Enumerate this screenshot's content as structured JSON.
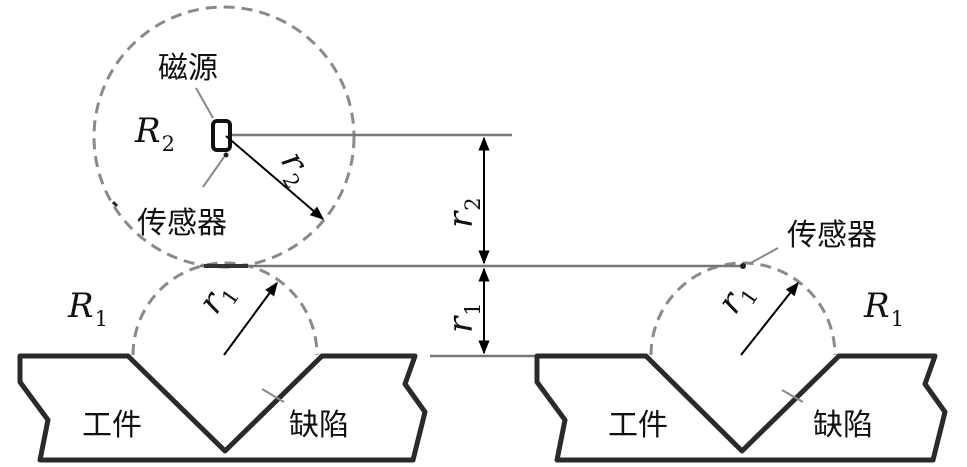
{
  "labels": {
    "magnet_source": "磁源",
    "sensor_left": "传感器",
    "sensor_right": "传感器",
    "workpiece_left": "工件",
    "workpiece_right": "工件",
    "defect_left": "缺陷",
    "defect_right": "缺陷",
    "R2": {
      "main": "R",
      "sub": "2"
    },
    "R1_left": {
      "main": "R",
      "sub": "1"
    },
    "R1_right": {
      "main": "R",
      "sub": "1"
    },
    "r2_radius": {
      "main": "r",
      "sub": "2"
    },
    "r2_dim": {
      "main": "r",
      "sub": "2"
    },
    "r1_dim": {
      "main": "r",
      "sub": "1"
    },
    "r1_left": {
      "main": "r",
      "sub": "1"
    },
    "r1_right": {
      "main": "r",
      "sub": "1"
    }
  },
  "colors": {
    "dashed_circle": "#8a8a8a",
    "workpiece_outline": "#2a2a2a",
    "arrow": "#000000"
  }
}
